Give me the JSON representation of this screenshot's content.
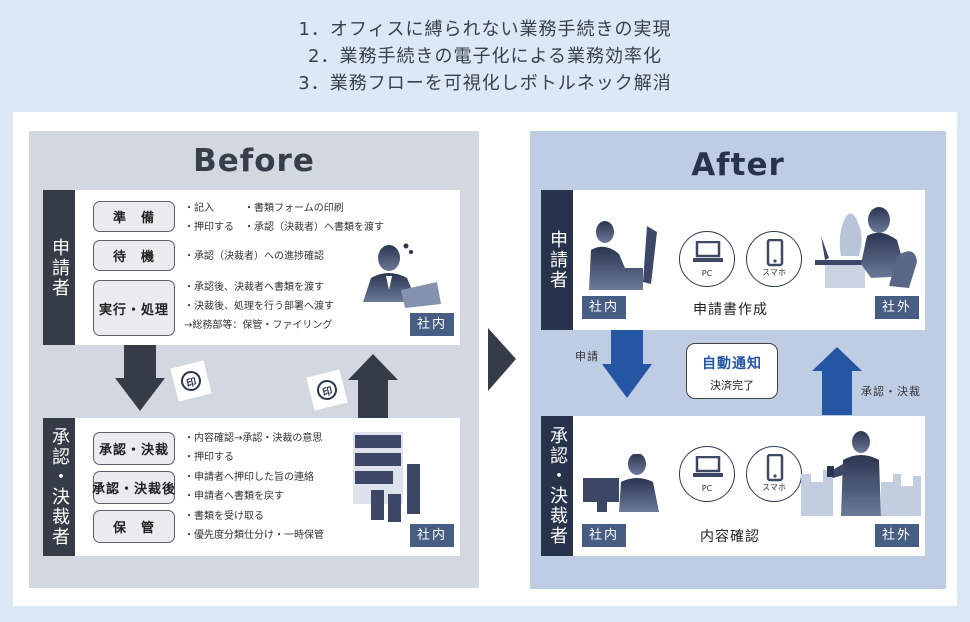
{
  "goals": [
    "1．オフィスに縛られない業務手続きの実現",
    "2．業務手続きの電子化による業務効率化",
    "3．業務フローを可視化しボトルネック解消"
  ],
  "before": {
    "title": "Before",
    "applicant": {
      "role": "申請者",
      "steps": [
        {
          "label": "準　備",
          "desc": "・記入　　　・書類フォームの印刷\n・押印する　・承認（決裁者）へ書類を渡す"
        },
        {
          "label": "待　機",
          "desc": "・承認（決裁者）への進捗確認"
        },
        {
          "label": "実行・処理",
          "desc": "・承認後、決裁者へ書類を渡す\n・決裁後、処理を行う部署へ渡す\n→総務部等：保管・ファイリング"
        }
      ],
      "badge": "社内",
      "illustration": "worried-businessman-laptop"
    },
    "stamp_glyph": "印",
    "approver": {
      "role": "承認・決裁者",
      "steps": [
        {
          "label": "承認・決裁",
          "desc": "・内容確認→承認・決裁の意思\n・押印する"
        },
        {
          "label": "承認・決裁後",
          "desc": "・申請者へ押印した旨の連絡\n・申請者へ書類を戻す"
        },
        {
          "label": "保　管",
          "desc": "・書類を受け取る\n・優先度分類仕分け・一時保管"
        }
      ],
      "badge": "社内",
      "illustration": "file-cabinet"
    }
  },
  "after": {
    "title": "After",
    "applicant": {
      "role": "申請者",
      "caption": "申請書作成",
      "badge_left": "社内",
      "badge_right": "社外",
      "devices": [
        "PC",
        "スマホ"
      ]
    },
    "flow": {
      "down_label": "申請",
      "up_label": "承認・決裁",
      "notify_title": "自動通知",
      "notify_sub": "決済完了"
    },
    "approver": {
      "role": "承認・決裁者",
      "caption": "内容確認",
      "badge_left": "社内",
      "badge_right": "社外",
      "devices": [
        "PC",
        "スマホ"
      ]
    }
  },
  "colors": {
    "background": "#dbe8f5",
    "before_panel": "#d3d7df",
    "after_panel": "#bfcde4",
    "dark_navy": "#353c48",
    "badge": "#465e84",
    "accent_blue": "#2556a3"
  }
}
